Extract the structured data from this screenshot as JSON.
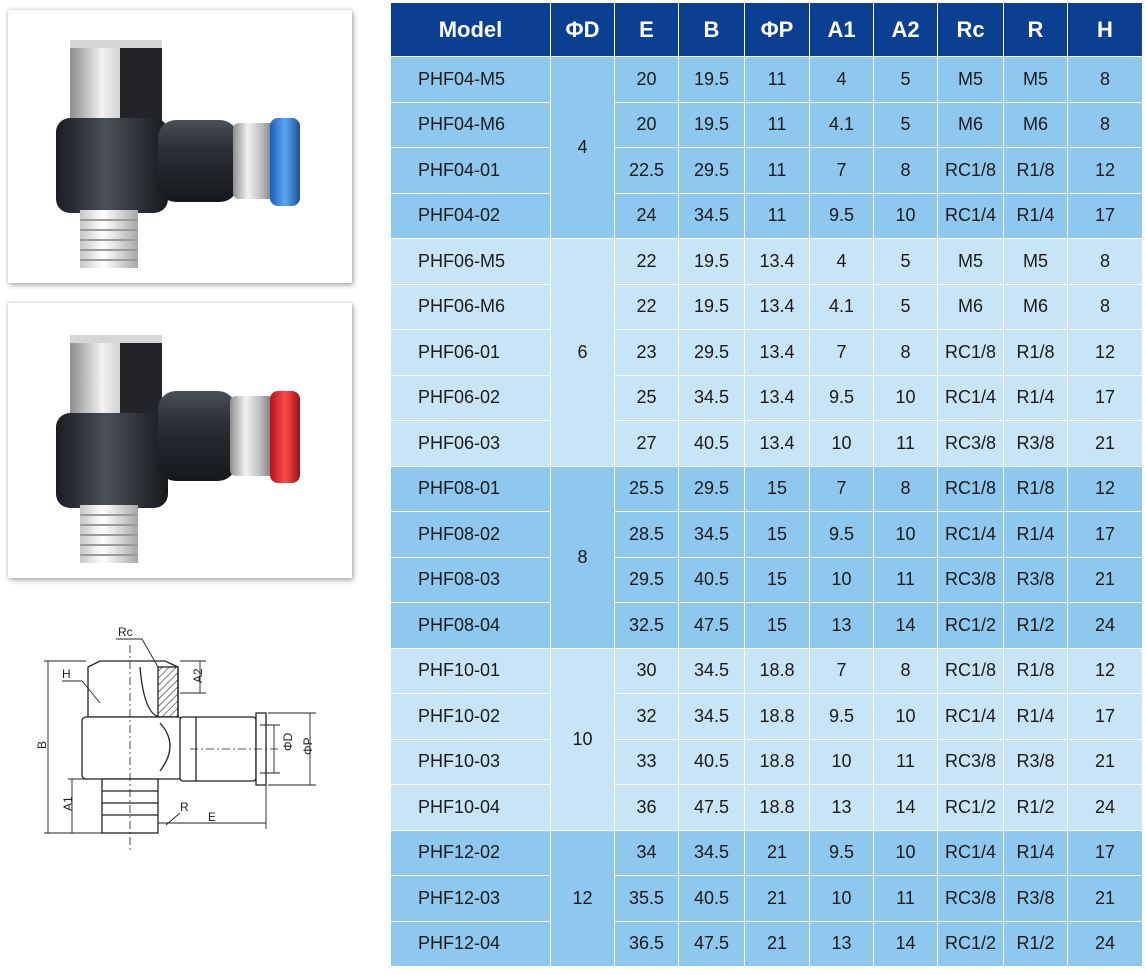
{
  "table": {
    "headers": [
      "Model",
      "ΦD",
      "E",
      "B",
      "ΦP",
      "A1",
      "A2",
      "Rc",
      "R",
      "H"
    ],
    "groups": [
      {
        "d": "4",
        "rows": [
          [
            "PHF04-M5",
            "20",
            "19.5",
            "11",
            "4",
            "5",
            "M5",
            "M5",
            "8"
          ],
          [
            "PHF04-M6",
            "20",
            "19.5",
            "11",
            "4.1",
            "5",
            "M6",
            "M6",
            "8"
          ],
          [
            "PHF04-01",
            "22.5",
            "29.5",
            "11",
            "7",
            "8",
            "RC1/8",
            "R1/8",
            "12"
          ],
          [
            "PHF04-02",
            "24",
            "34.5",
            "11",
            "9.5",
            "10",
            "RC1/4",
            "R1/4",
            "17"
          ]
        ]
      },
      {
        "d": "6",
        "rows": [
          [
            "PHF06-M5",
            "22",
            "19.5",
            "13.4",
            "4",
            "5",
            "M5",
            "M5",
            "8"
          ],
          [
            "PHF06-M6",
            "22",
            "19.5",
            "13.4",
            "4.1",
            "5",
            "M6",
            "M6",
            "8"
          ],
          [
            "PHF06-01",
            "23",
            "29.5",
            "13.4",
            "7",
            "8",
            "RC1/8",
            "R1/8",
            "12"
          ],
          [
            "PHF06-02",
            "25",
            "34.5",
            "13.4",
            "9.5",
            "10",
            "RC1/4",
            "R1/4",
            "17"
          ],
          [
            "PHF06-03",
            "27",
            "40.5",
            "13.4",
            "10",
            "11",
            "RC3/8",
            "R3/8",
            "21"
          ]
        ]
      },
      {
        "d": "8",
        "rows": [
          [
            "PHF08-01",
            "25.5",
            "29.5",
            "15",
            "7",
            "8",
            "RC1/8",
            "R1/8",
            "12"
          ],
          [
            "PHF08-02",
            "28.5",
            "34.5",
            "15",
            "9.5",
            "10",
            "RC1/4",
            "R1/4",
            "17"
          ],
          [
            "PHF08-03",
            "29.5",
            "40.5",
            "15",
            "10",
            "11",
            "RC3/8",
            "R3/8",
            "21"
          ],
          [
            "PHF08-04",
            "32.5",
            "47.5",
            "15",
            "13",
            "14",
            "RC1/2",
            "R1/2",
            "24"
          ]
        ]
      },
      {
        "d": "10",
        "rows": [
          [
            "PHF10-01",
            "30",
            "34.5",
            "18.8",
            "7",
            "8",
            "RC1/8",
            "R1/8",
            "12"
          ],
          [
            "PHF10-02",
            "32",
            "34.5",
            "18.8",
            "9.5",
            "10",
            "RC1/4",
            "R1/4",
            "17"
          ],
          [
            "PHF10-03",
            "33",
            "40.5",
            "18.8",
            "10",
            "11",
            "RC3/8",
            "R3/8",
            "21"
          ],
          [
            "PHF10-04",
            "36",
            "47.5",
            "18.8",
            "13",
            "14",
            "RC1/2",
            "R1/2",
            "24"
          ]
        ]
      },
      {
        "d": "12",
        "rows": [
          [
            "PHF12-02",
            "34",
            "34.5",
            "21",
            "9.5",
            "10",
            "RC1/4",
            "R1/4",
            "17"
          ],
          [
            "PHF12-03",
            "35.5",
            "40.5",
            "21",
            "10",
            "11",
            "RC3/8",
            "R3/8",
            "21"
          ],
          [
            "PHF12-04",
            "36.5",
            "47.5",
            "21",
            "13",
            "14",
            "RC1/2",
            "R1/2",
            "24"
          ]
        ]
      }
    ]
  },
  "diagram": {
    "labels": {
      "rc": "Rc",
      "h": "H",
      "a2": "A2",
      "b": "B",
      "d": "ΦD",
      "p": "ΦP",
      "a1": "A1",
      "r": "R",
      "e": "E"
    }
  },
  "photos": {
    "blue": {
      "collet_color": "#2f7fd8",
      "body_color": "#23272d"
    },
    "red": {
      "collet_color": "#e0242a",
      "body_color": "#23272d"
    }
  }
}
